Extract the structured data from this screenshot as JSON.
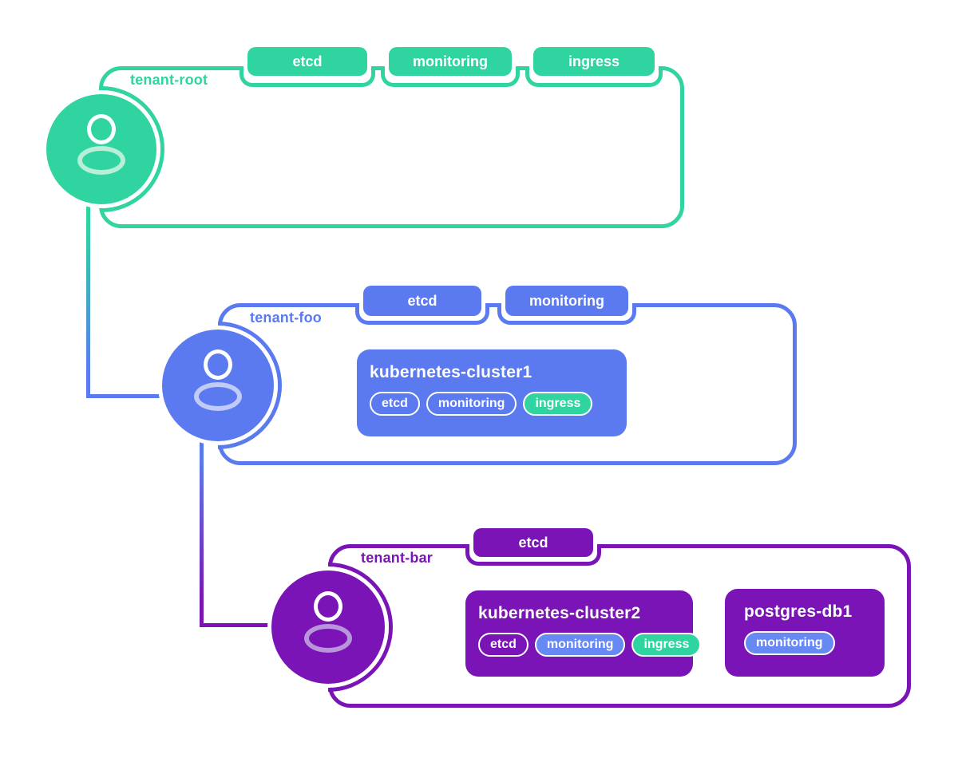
{
  "tenants": [
    {
      "name": "tenant-root",
      "color": "#2fd4a0",
      "tags": [
        "etcd",
        "monitoring",
        "ingress"
      ],
      "nodes": []
    },
    {
      "name": "tenant-foo",
      "color": "#5b7af0",
      "tags": [
        "etcd",
        "monitoring"
      ],
      "nodes": [
        {
          "title": "kubernetes-cluster1",
          "pills": [
            {
              "label": "etcd",
              "variant": "outline"
            },
            {
              "label": "monitoring",
              "variant": "outline"
            },
            {
              "label": "ingress",
              "variant": "green"
            }
          ]
        }
      ]
    },
    {
      "name": "tenant-bar",
      "color": "#7a14b6",
      "tags": [
        "etcd"
      ],
      "nodes": [
        {
          "title": "kubernetes-cluster2",
          "pills": [
            {
              "label": "etcd",
              "variant": "outline"
            },
            {
              "label": "monitoring",
              "variant": "blue"
            },
            {
              "label": "ingress",
              "variant": "green"
            }
          ]
        },
        {
          "title": "postgres-db1",
          "pills": [
            {
              "label": "monitoring",
              "variant": "blue"
            }
          ]
        }
      ]
    }
  ],
  "edges": [
    {
      "from": "tenant-root",
      "to": "tenant-foo"
    },
    {
      "from": "tenant-foo",
      "to": "tenant-bar"
    }
  ],
  "colors": {
    "green": "#2fd4a0",
    "blue": "#5b7af0",
    "purple": "#7a14b6",
    "pill_blue": "#6789f3",
    "light_green": "#b9eed8",
    "light_blue": "#c0cbf8",
    "light_purple": "#b995da",
    "background": "#ffffff"
  }
}
